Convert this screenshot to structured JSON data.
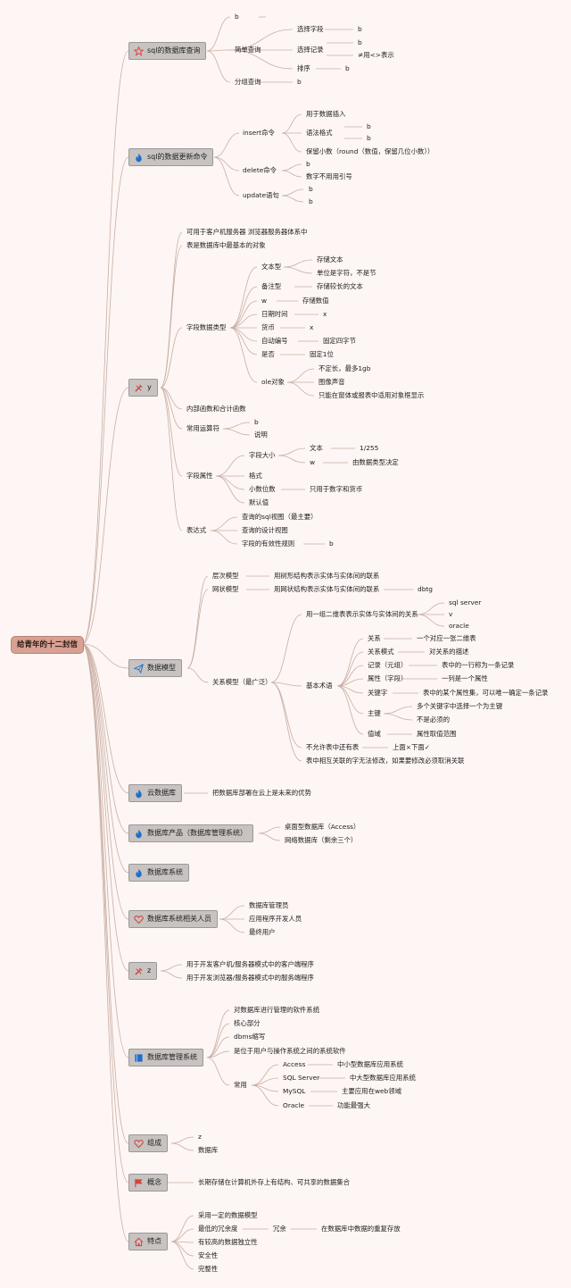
{
  "root": "给青年的十二封信",
  "branches": [
    {
      "label": "sql的数据库查询",
      "icon": "star-icon",
      "icon_color": "#e03a3a"
    },
    {
      "label": "sql的数据更新命令",
      "icon": "flame-icon",
      "icon_color": "#1f6fc9"
    },
    {
      "label": "y",
      "icon": "tools-icon",
      "icon_color": "#d0443a"
    },
    {
      "label": "数据模型",
      "icon": "paper-plane-icon",
      "icon_color": "#1f6fc9"
    },
    {
      "label": "云数据库",
      "icon": "flame-icon",
      "icon_color": "#1f6fc9"
    },
    {
      "label": "数据库产品（数据库管理系统）",
      "icon": "flame-icon",
      "icon_color": "#1f6fc9"
    },
    {
      "label": "数据库系统",
      "icon": "flame-icon",
      "icon_color": "#1f6fc9"
    },
    {
      "label": "数据库系统相关人员",
      "icon": "heart-icon",
      "icon_color": "#d0443a"
    },
    {
      "label": "z",
      "icon": "tools-icon",
      "icon_color": "#d0443a"
    },
    {
      "label": "数据库管理系统",
      "icon": "book-icon",
      "icon_color": "#1f6fc9"
    },
    {
      "label": "组成",
      "icon": "heart-icon",
      "icon_color": "#d0443a"
    },
    {
      "label": "概念",
      "icon": "flag-icon",
      "icon_color": "#d0443a"
    },
    {
      "label": "特点",
      "icon": "home-icon",
      "icon_color": "#d0443a"
    }
  ],
  "nodes": {
    "q_b1": "b",
    "q_simple": "简单查询",
    "q_selfield": "选择字段",
    "q_selfield_b": "b",
    "q_selrec": "选择记录",
    "q_selrec_b": "b",
    "q_selrec_ne": "≠用<>表示",
    "q_sort": "排序",
    "q_sort_b": "b",
    "q_group": "分组查询",
    "q_group_b": "b",
    "u_insert": "insert命令",
    "u_ins1": "用于数据插入",
    "u_syntax": "语法格式",
    "u_syn_b1": "b",
    "u_syn_b2": "b",
    "u_round": "保留小数（round（数值，保留几位小数））",
    "u_delete": "delete命令",
    "u_del_b": "b",
    "u_del_num": "数字不用用引号",
    "u_update": "update语句",
    "u_upd_b1": "b",
    "u_upd_b2": "b",
    "y_client": "可用于客户机服务器 浏览器服务器体系中",
    "y_basic": "表是数据库中最基本的对象",
    "y_ftype": "字段数据类型",
    "y_text": "文本型",
    "y_text1": "存储文本",
    "y_text2": "单位是字符，不是节",
    "y_memo": "备注型",
    "y_memo1": "存储较长的文本",
    "y_w": "w",
    "y_w1": "存储数值",
    "y_date": "日期时间",
    "y_date_x": "x",
    "y_cur": "货币",
    "y_cur_x": "x",
    "y_auto": "自动编号",
    "y_auto1": "固定四字节",
    "y_yn": "是否",
    "y_yn1": "固定1位",
    "y_ole": "ole对象",
    "y_ole1": "不定长，最多1gb",
    "y_ole2": "图像声音",
    "y_ole3": "只能在窗体或报表中适用对象框显示",
    "y_inner": "内部函数和合计函数",
    "y_ops": "常用运算符",
    "y_ops_b": "b",
    "y_ops_desc": "说明",
    "y_fprop": "字段属性",
    "y_fsize": "字段大小",
    "y_fs_text": "文本",
    "y_fs_text1": "1/255",
    "y_fs_w": "w",
    "y_fs_w1": "由数据类型决定",
    "y_fmt": "格式",
    "y_dec": "小数位数",
    "y_dec1": "只用于数字和货币",
    "y_def": "默认值",
    "y_expr": "表达式",
    "y_ex1": "查询的sql视图（最主要）",
    "y_ex2": "查询的设计视图",
    "y_ex3": "字段的有效性规则",
    "y_ex3_b": "b",
    "m_hier": "层次模型",
    "m_hier1": "用树形结构表示实体与实体间的联系",
    "m_net": "网状模型",
    "m_net1": "用网状结构表示实体与实体间的联系",
    "m_net_dbtg": "dbtg",
    "m_rel": "关系模型（最广泛）",
    "m_rel_2d": "用一组二维表表示实体与实体间的关系",
    "m_sqlserver": "sql server",
    "m_v": "v",
    "m_oracle": "oracle",
    "m_terms": "基本术语",
    "m_t_rel": "关系",
    "m_t_rel1": "一个对应一张二维表",
    "m_t_schema": "关系模式",
    "m_t_schema1": "对关系的描述",
    "m_t_rec": "记录（元组）",
    "m_t_rec1": "表中的一行称为一条记录",
    "m_t_attr": "属性（字段）",
    "m_t_attr1": "一列是一个属性",
    "m_t_key": "关键字",
    "m_t_key1": "表中的某个属性集，可以唯一确定一条记录",
    "m_t_pk": "主键",
    "m_t_pk1": "多个关键字中选择一个为主键",
    "m_t_pk2": "不是必须的",
    "m_t_dom": "值域",
    "m_t_dom1": "属性取值范围",
    "m_no_table": "不允许表中还有表",
    "m_no_table1": "上面×下面✓",
    "m_cannot": "表中相互关联的字无法修改，如果要修改必须取消关联",
    "cloud1": "把数据库部署在云上是未来的优势",
    "prod_desktop": "桌面型数据库（Access）",
    "prod_net": "网络数据库（剩余三个）",
    "ppl1": "数据库管理员",
    "ppl2": "应用程序开发人员",
    "ppl3": "最终用户",
    "z1": "用于开发客户机/服务器模式中的客户端程序",
    "z2": "用于开发浏览器/服务器模式中的服务端程序",
    "dbms1": "对数据库进行管理的软件系统",
    "dbms2": "核心部分",
    "dbms3": "dbms缩写",
    "dbms4": "是位于用户与操作系统之间的系统软件",
    "dbms_common": "常用",
    "dbms_access": "Access",
    "dbms_access1": "中小型数据库应用系统",
    "dbms_sqlserver": "SQL Server",
    "dbms_sqlserver1": "中大型数据库应用系统",
    "dbms_mysql": "MySQL",
    "dbms_mysql1": "主要应用在web领域",
    "dbms_oracle": "Oracle",
    "dbms_oracle1": "功能最强大",
    "comp_z": "z",
    "comp_db": "数据库",
    "concept1": "长期存储在计算机外存上有结构、可共享的数据集合",
    "f1": "采用一定的数据模型",
    "f2": "最低的冗余度",
    "f2_1": "冗余",
    "f2_2": "在数据库中数据的重复存放",
    "f3": "有较高的数据独立性",
    "f4": "安全性",
    "f5": "完整性"
  }
}
